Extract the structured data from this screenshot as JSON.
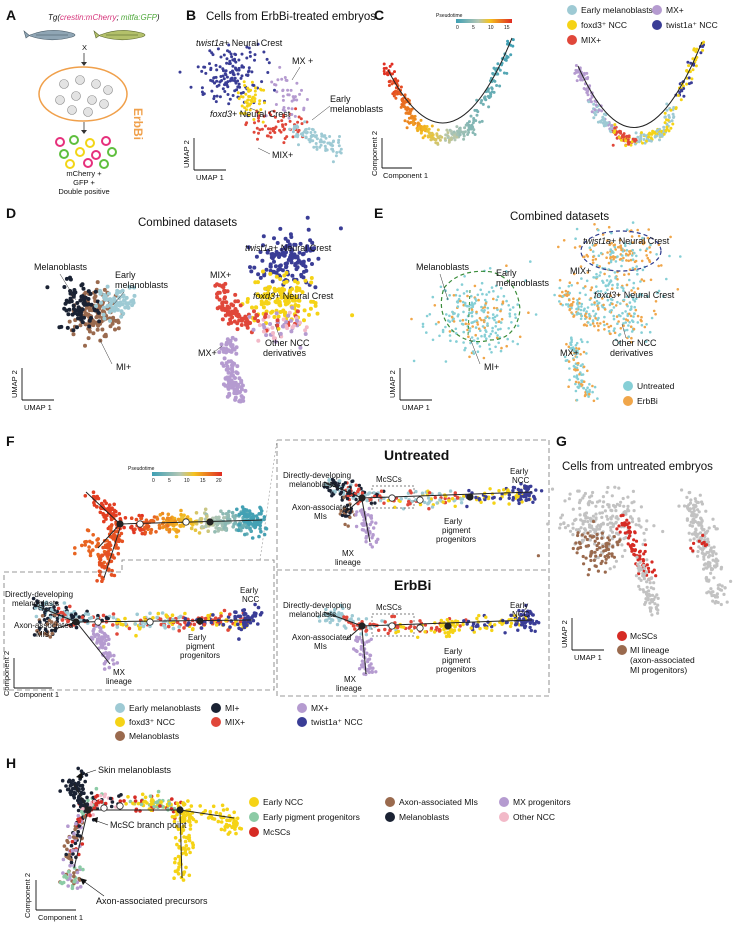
{
  "panels": {
    "A": {
      "label": "A",
      "transgene_prefix": "Tg(",
      "transgene_crestin": "crestin:mCherry",
      "transgene_sep": "; ",
      "transgene_mitfa": "mitfa:GFP",
      "transgene_suffix": ")",
      "cross": "X",
      "treatment": "ErbBi",
      "out_mcherry": "mCherry +",
      "out_gfp": "GFP +",
      "out_double": "Double positive"
    },
    "B": {
      "label": "B",
      "title": "Cells from ErbBi-treated embryos",
      "twist_it": "twist1a",
      "twist_rest": "+ Neural Crest",
      "foxd3_it": "foxd3",
      "foxd3_rest": "+ Neural Crest",
      "mx": "MX +",
      "mix": "MIX+",
      "early1": "Early",
      "early2": "melanoblasts",
      "xaxis": "UMAP 1",
      "yaxis": "UMAP 2"
    },
    "C": {
      "label": "C",
      "pseudotime": "Pseudotime",
      "ticks": [
        "0",
        "5",
        "10",
        "15"
      ],
      "xaxis": "Component 1",
      "yaxis": "Component 2",
      "legend": [
        "Early melanoblasts",
        "MX+",
        "foxd3⁺ NCC",
        "twist1a⁺ NCC",
        "MIX+"
      ]
    },
    "D": {
      "label": "D",
      "title": "Combined datasets",
      "twist_it": "twist1a",
      "twist_rest": "+ Neural Crest",
      "foxd3_it": "foxd3",
      "foxd3_rest": "+ Neural Crest",
      "melanoblasts": "Melanoblasts",
      "early1": "Early",
      "early2": "melanoblasts",
      "mix": "MIX+",
      "mx": "MX+",
      "mi": "MI+",
      "other1": "Other NCC",
      "other2": "derivatives",
      "xaxis": "UMAP 1",
      "yaxis": "UMAP 2"
    },
    "E": {
      "label": "E",
      "title": "Combined datasets",
      "twist_it": "twist1a",
      "twist_rest": "+ Neural Crest",
      "foxd3_it": "foxd3",
      "foxd3_rest": "+ Neural Crest",
      "melanoblasts": "Melanoblasts",
      "early1": "Early",
      "early2": "melanoblasts",
      "mix": "MIX+",
      "mx": "MX+",
      "mi": "MI+",
      "other1": "Other NCC",
      "other2": "derivatives",
      "xaxis": "UMAP 1",
      "yaxis": "UMAP 2",
      "legend": [
        "Untreated",
        "ErbBi"
      ]
    },
    "F": {
      "label": "F",
      "pseudotime": "Pseudotime",
      "ticks": [
        "0",
        "5",
        "10",
        "15",
        "20"
      ],
      "untreated": "Untreated",
      "erbbi": "ErbBi",
      "directly1": "Directly-developing",
      "directly2": "melanoblasts",
      "axon1": "Axon-associated",
      "axon2": "MIs",
      "mx1": "MX",
      "mx2": "lineage",
      "mcscs": "McSCs",
      "earlyncc1": "Early",
      "earlyncc2": "NCC",
      "epp1": "Early",
      "epp2": "pigment",
      "epp3": "progenitors",
      "xaxis": "Component 1",
      "yaxis": "Component 2",
      "legend": [
        "Early melanoblasts",
        "MI+",
        "MX+",
        "foxd3⁺ NCC",
        "MIX+",
        "twist1a⁺ NCC",
        "Melanoblasts"
      ]
    },
    "G": {
      "label": "G",
      "title": "Cells from untreated embryos",
      "xaxis": "UMAP 1",
      "yaxis": "UMAP 2",
      "legend": [
        "McSCs",
        "MI lineage",
        "(axon-associated",
        "MI progenitors)"
      ]
    },
    "H": {
      "label": "H",
      "skin": "Skin melanoblasts",
      "branch": "McSC branch point",
      "axonprec": "Axon-associated precursors",
      "xaxis": "Component 1",
      "yaxis": "Component 2",
      "legend": [
        "Early NCC",
        "Axon-associated MIs",
        "MX progenitors",
        "Early pigment progenitors",
        "Melanoblasts",
        "Other NCC",
        "McSCs"
      ]
    }
  },
  "colors": {
    "early_melanoblasts": "#9ecad4",
    "foxd3": "#f5d316",
    "mix": "#e0473a",
    "mx": "#b59bd0",
    "twist": "#3a3d96",
    "mi": "#1a2233",
    "melanoblasts": "#9a6a4e",
    "untreated": "#86cfd6",
    "erbbi": "#f0a64a",
    "grey": "#c2c2c2",
    "early_pigment": "#8ccba6",
    "other_ncc": "#f2b9c8",
    "red": "#d62b24",
    "orange": "#f39c2e"
  }
}
